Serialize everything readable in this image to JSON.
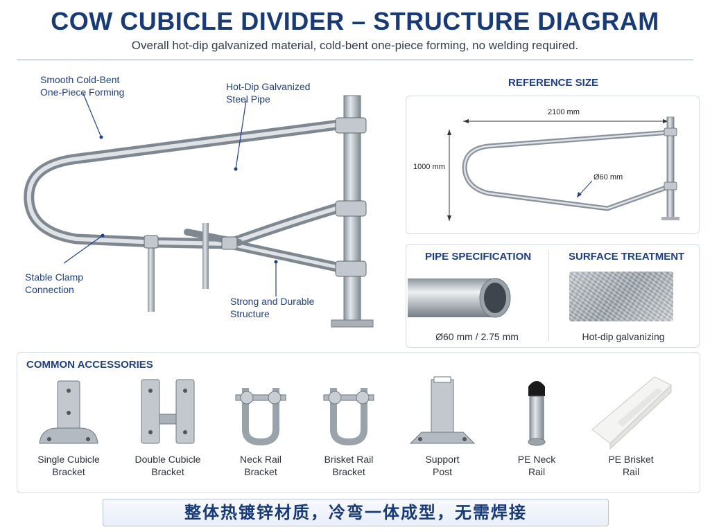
{
  "header": {
    "title": "COW CUBICLE DIVIDER – STRUCTURE DIAGRAM",
    "subtitle": "Overall hot-dip galvanized material, cold-bent one-piece forming, no welding required."
  },
  "callouts": {
    "smooth_line1": "Smooth Cold-Bent",
    "smooth_line2": "One-Piece Forming",
    "hotdip_line1": "Hot-Dip Galvanized",
    "hotdip_line2": "Steel Pipe",
    "clamp_line1": "Stable Clamp",
    "clamp_line2": "Connection",
    "strong_line1": "Strong and Durable",
    "strong_line2": "Structure"
  },
  "reference_size": {
    "title": "REFERENCE SIZE",
    "width_label": "2100 mm",
    "height_label": "1000 mm",
    "diameter_label": "Ø60 mm"
  },
  "pipe_spec": {
    "title": "PIPE SPECIFICATION",
    "caption": "Ø60 mm / 2.75 mm"
  },
  "surface": {
    "title": "SURFACE TREATMENT",
    "caption": "Hot-dip galvanizing"
  },
  "accessories": {
    "title": "COMMON ACCESSORIES",
    "items": [
      {
        "line1": "Single Cubicle",
        "line2": "Bracket"
      },
      {
        "line1": "Double Cubicle",
        "line2": "Bracket"
      },
      {
        "line1": "Neck Rail",
        "line2": "Bracket"
      },
      {
        "line1": "Brisket Rail",
        "line2": "Bracket"
      },
      {
        "line1": "Support",
        "line2": "Post"
      },
      {
        "line1": "PE Neck",
        "line2": "Rail"
      },
      {
        "line1": "PE Brisket",
        "line2": "Rail"
      }
    ]
  },
  "banner": {
    "text": "整体热镀锌材质，冷弯一体成型，无需焊接"
  },
  "colors": {
    "accent": "#1d3f8a",
    "steel": "#b9c0c8",
    "steel_dark": "#7d868f"
  }
}
